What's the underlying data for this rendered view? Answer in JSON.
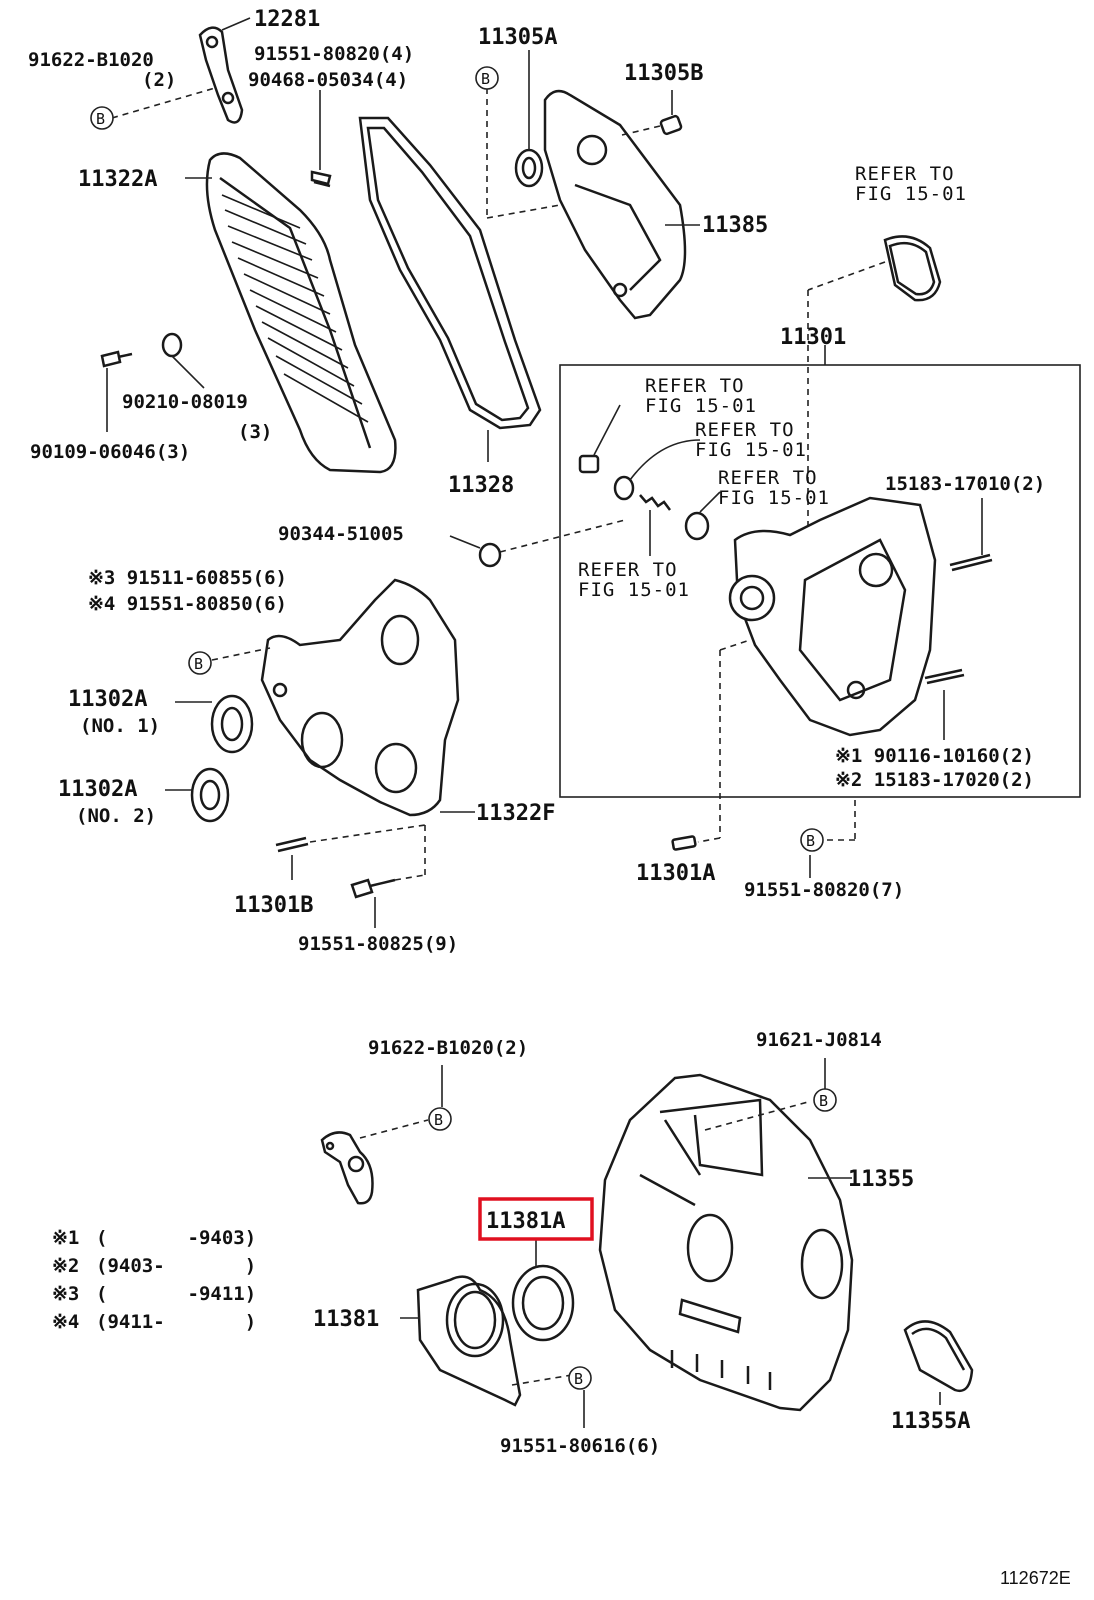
{
  "labels": {
    "p12281": "12281",
    "p91622_top": "91622-B1020",
    "p91622_top_qty": "(2)",
    "p91551_80820_top": "91551-80820(4)",
    "p90468": "90468-05034(4)",
    "p11305A": "11305A",
    "p11305B": "11305B",
    "p11322A": "11322A",
    "p11385": "11385",
    "ref_top_1": "REFER TO",
    "ref_top_2": "FIG 15-01",
    "p11301": "11301",
    "p90210": "90210-08019",
    "p90210_qty": "(3)",
    "p90109": "90109-06046(3)",
    "p11328": "11328",
    "ref_a_1": "REFER TO",
    "ref_a_2": "FIG 15-01",
    "ref_b_1": "REFER TO",
    "ref_b_2": "FIG 15-01",
    "ref_c_1": "REFER TO",
    "ref_c_2": "FIG 15-01",
    "ref_d_1": "REFER TO",
    "ref_d_2": "FIG 15-01",
    "p15183_17010": "15183-17010(2)",
    "p90344": "90344-51005",
    "p91511": "※3 91511-60855(6)",
    "p91551_80850": "※4 91551-80850(6)",
    "p11302A_1": "11302A",
    "p11302A_1_sub": "(NO. 1)",
    "p11302A_2": "11302A",
    "p11302A_2_sub": "(NO. 2)",
    "p11322F": "11322F",
    "p90116": "※1 90116-10160(2)",
    "p15183_17020": "※2 15183-17020(2)",
    "p11301B": "11301B",
    "p11301A": "11301A",
    "p91551_80820_mid": "91551-80820(7)",
    "p91551_80825": "91551-80825(9)",
    "p91622_bot": "91622-B1020(2)",
    "p91621": "91621-J0814",
    "p11355": "11355",
    "p11381A": "11381A",
    "p11381": "11381",
    "p11355A": "11355A",
    "p91551_80616": "91551-80616(6)"
  },
  "bmark": "B",
  "footnotes": [
    {
      "mark": "※1",
      "range": "(       -9403)"
    },
    {
      "mark": "※2",
      "range": "(9403-       )"
    },
    {
      "mark": "※3",
      "range": "(       -9411)"
    },
    {
      "mark": "※4",
      "range": "(9411-       )"
    }
  ],
  "highlight_part": "11381A",
  "highlight_color": "#e01020",
  "figure_code": "112672E"
}
